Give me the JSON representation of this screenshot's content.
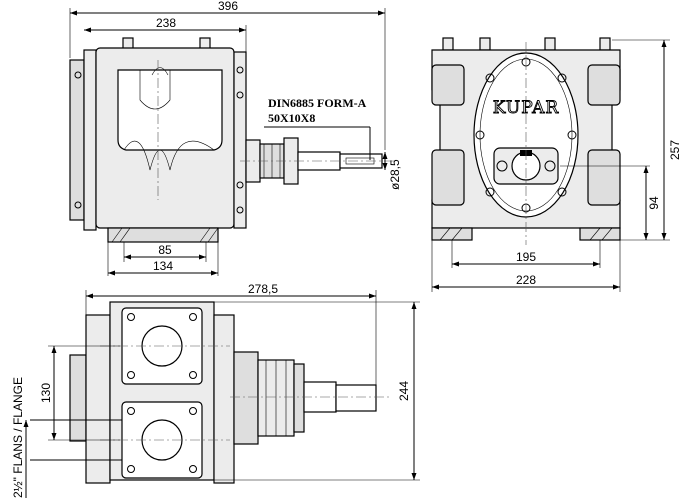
{
  "drawing": {
    "brand_logo": "KUPAR",
    "shaft_spec": {
      "line1": "DIN6885 FORM-A",
      "line2": "50X10X8"
    },
    "dimensions": {
      "overall_length": "396",
      "body_length": "238",
      "height": "257",
      "shaft_diameter": "ø28,5",
      "shaft_height": "94",
      "foot_bolt_spacing": "85",
      "foot_length": "134",
      "foot_bolt_width": "195",
      "foot_width": "228",
      "plan_length": "278,5",
      "flange_spacing": "130",
      "plan_width": "244",
      "flange_label": "2½\" FLANS / FLANGE"
    }
  }
}
